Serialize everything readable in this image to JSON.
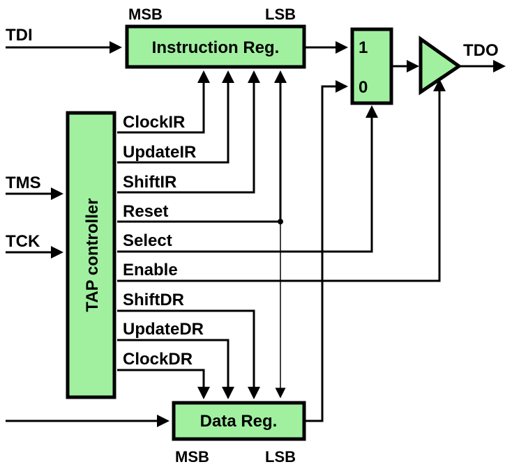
{
  "inputs": {
    "tdi": "TDI",
    "tms": "TMS",
    "tck": "TCK"
  },
  "outputs": {
    "tdo": "TDO"
  },
  "instruction_register": {
    "label": "Instruction Reg.",
    "msb": "MSB",
    "lsb": "LSB"
  },
  "data_register": {
    "label": "Data Reg.",
    "msb": "MSB",
    "lsb": "LSB"
  },
  "tap_controller": {
    "label": "TAP controller"
  },
  "mux": {
    "input_1": "1",
    "input_0": "0"
  },
  "signals": {
    "clock_ir": "ClockIR",
    "update_ir": "UpdateIR",
    "shift_ir": "ShiftIR",
    "reset": "Reset",
    "select": "Select",
    "enable": "Enable",
    "shift_dr": "ShiftDR",
    "update_dr": "UpdateDR",
    "clock_dr": "ClockDR"
  },
  "colors": {
    "block_fill": "#a0f0a0",
    "line": "#000000"
  }
}
